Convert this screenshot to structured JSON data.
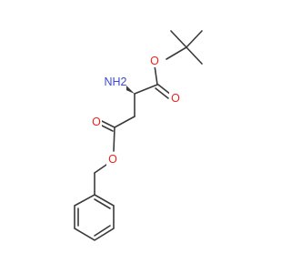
{
  "atoms": {
    "amino_label": "NH2",
    "amino_h": "H",
    "amino_sub": "2",
    "ester_o_tbu": "O",
    "carbonyl_o_tbu": "O",
    "carbonyl_o_bn": "O",
    "ester_o_bn": "O"
  },
  "colors": {
    "oxygen": "#e8261d",
    "nitrogen": "#3b49d6",
    "bond": "#3a3a3a",
    "background": "#ffffff"
  }
}
